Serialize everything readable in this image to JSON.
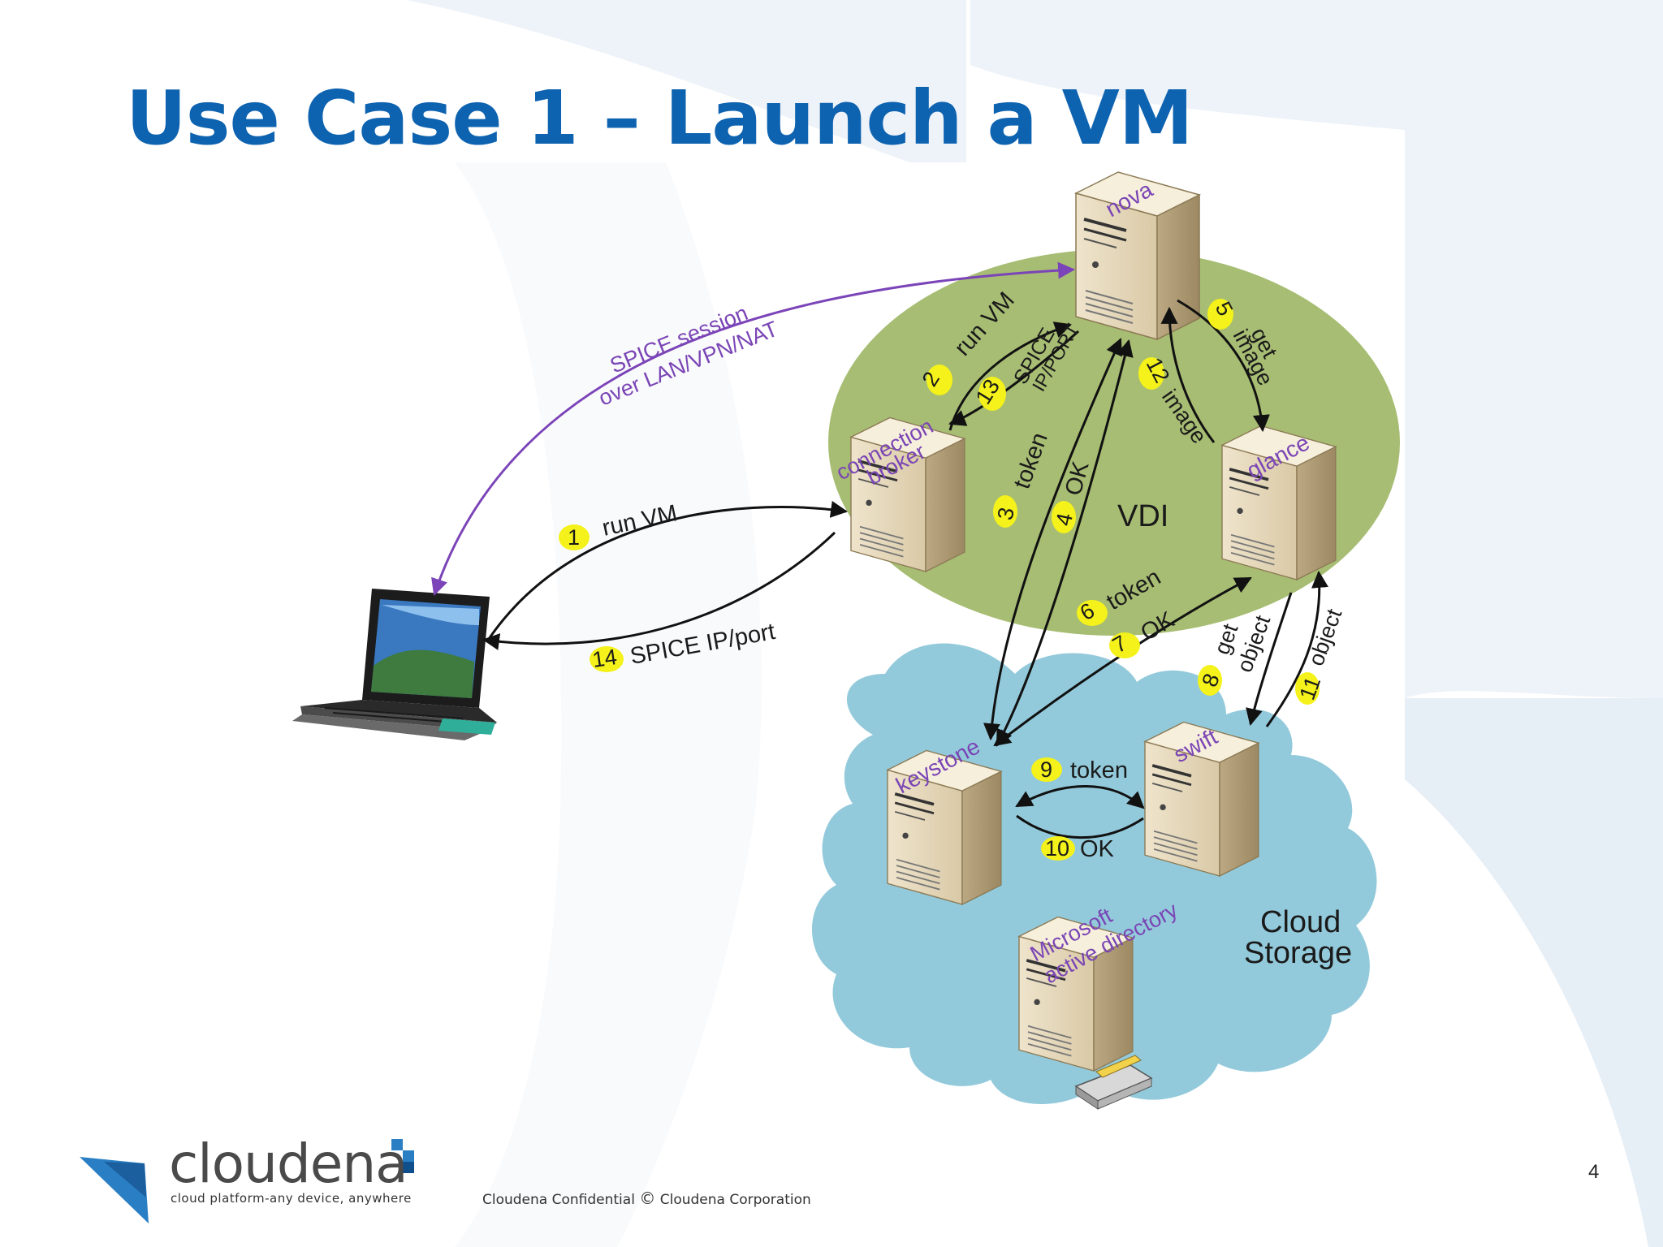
{
  "slide": {
    "title": "Use Case 1 – Launch a VM",
    "page_number": "4"
  },
  "footer": {
    "brand_name": "cloudena",
    "brand_tagline": "cloud platform-any device, anywhere",
    "confidential": "Cloudena Confidential",
    "copyright_mark": "©",
    "corporation": "Cloudena Corporation"
  },
  "colors": {
    "title": "#0e63b0",
    "vdi_region": "#a7bd73",
    "cloud_region": "#93cadb",
    "spice_arrow": "#7b44b8",
    "step_badge": "#f4f21a",
    "server_label": "#7a45b5"
  },
  "regions": {
    "vdi": "VDI",
    "cloud_storage_line1": "Cloud",
    "cloud_storage_line2": "Storage"
  },
  "servers": {
    "nova": "nova",
    "connection_broker_line1": "connection",
    "connection_broker_line2": "broker",
    "glance": "glance",
    "keystone": "keystone",
    "swift": "swift",
    "ad_line1": "Microsoft",
    "ad_line2": "active directory"
  },
  "spice_session": {
    "line1": "SPICE session",
    "line2": "over LAN/VPN/NAT"
  },
  "steps": [
    {
      "num": "1",
      "label": "run VM"
    },
    {
      "num": "2",
      "label": "run VM"
    },
    {
      "num": "3",
      "label": "token"
    },
    {
      "num": "4",
      "label": "OK"
    },
    {
      "num": "5",
      "label": "get",
      "label2": "image"
    },
    {
      "num": "6",
      "label": "token"
    },
    {
      "num": "7",
      "label": "OK"
    },
    {
      "num": "8",
      "label": "get",
      "label2": "object"
    },
    {
      "num": "9",
      "label": "token"
    },
    {
      "num": "10",
      "label": "OK"
    },
    {
      "num": "11",
      "label": "object"
    },
    {
      "num": "12",
      "label": "image"
    },
    {
      "num": "13",
      "label": "SPICE",
      "label2": "IP/PORT"
    },
    {
      "num": "14",
      "label": "SPICE IP/port"
    }
  ],
  "icons": [
    "laptop-icon",
    "server-icon",
    "usb-dongle-icon",
    "smart-card-reader-icon",
    "cloudena-logo-icon"
  ]
}
